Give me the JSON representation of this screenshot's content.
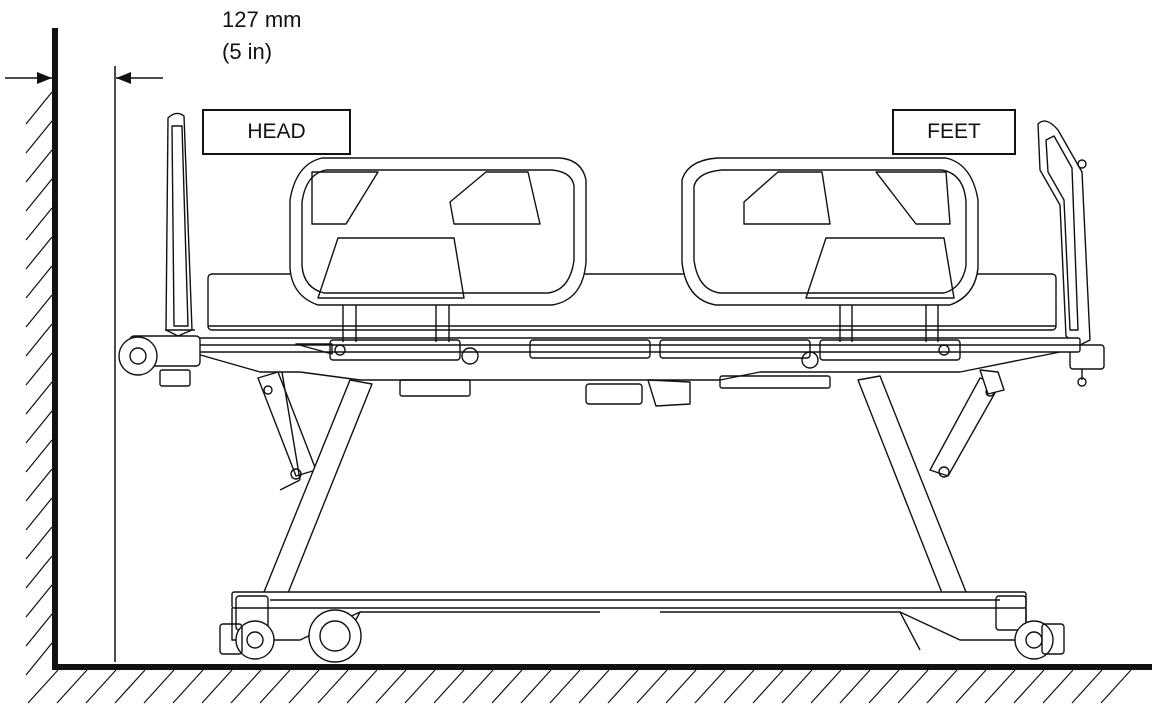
{
  "dimension": {
    "metric": "127 mm",
    "imperial": "(5 in)"
  },
  "labels": {
    "head": "HEAD",
    "feet": "FEET"
  },
  "colors": {
    "line": "#111111",
    "background": "#ffffff"
  }
}
